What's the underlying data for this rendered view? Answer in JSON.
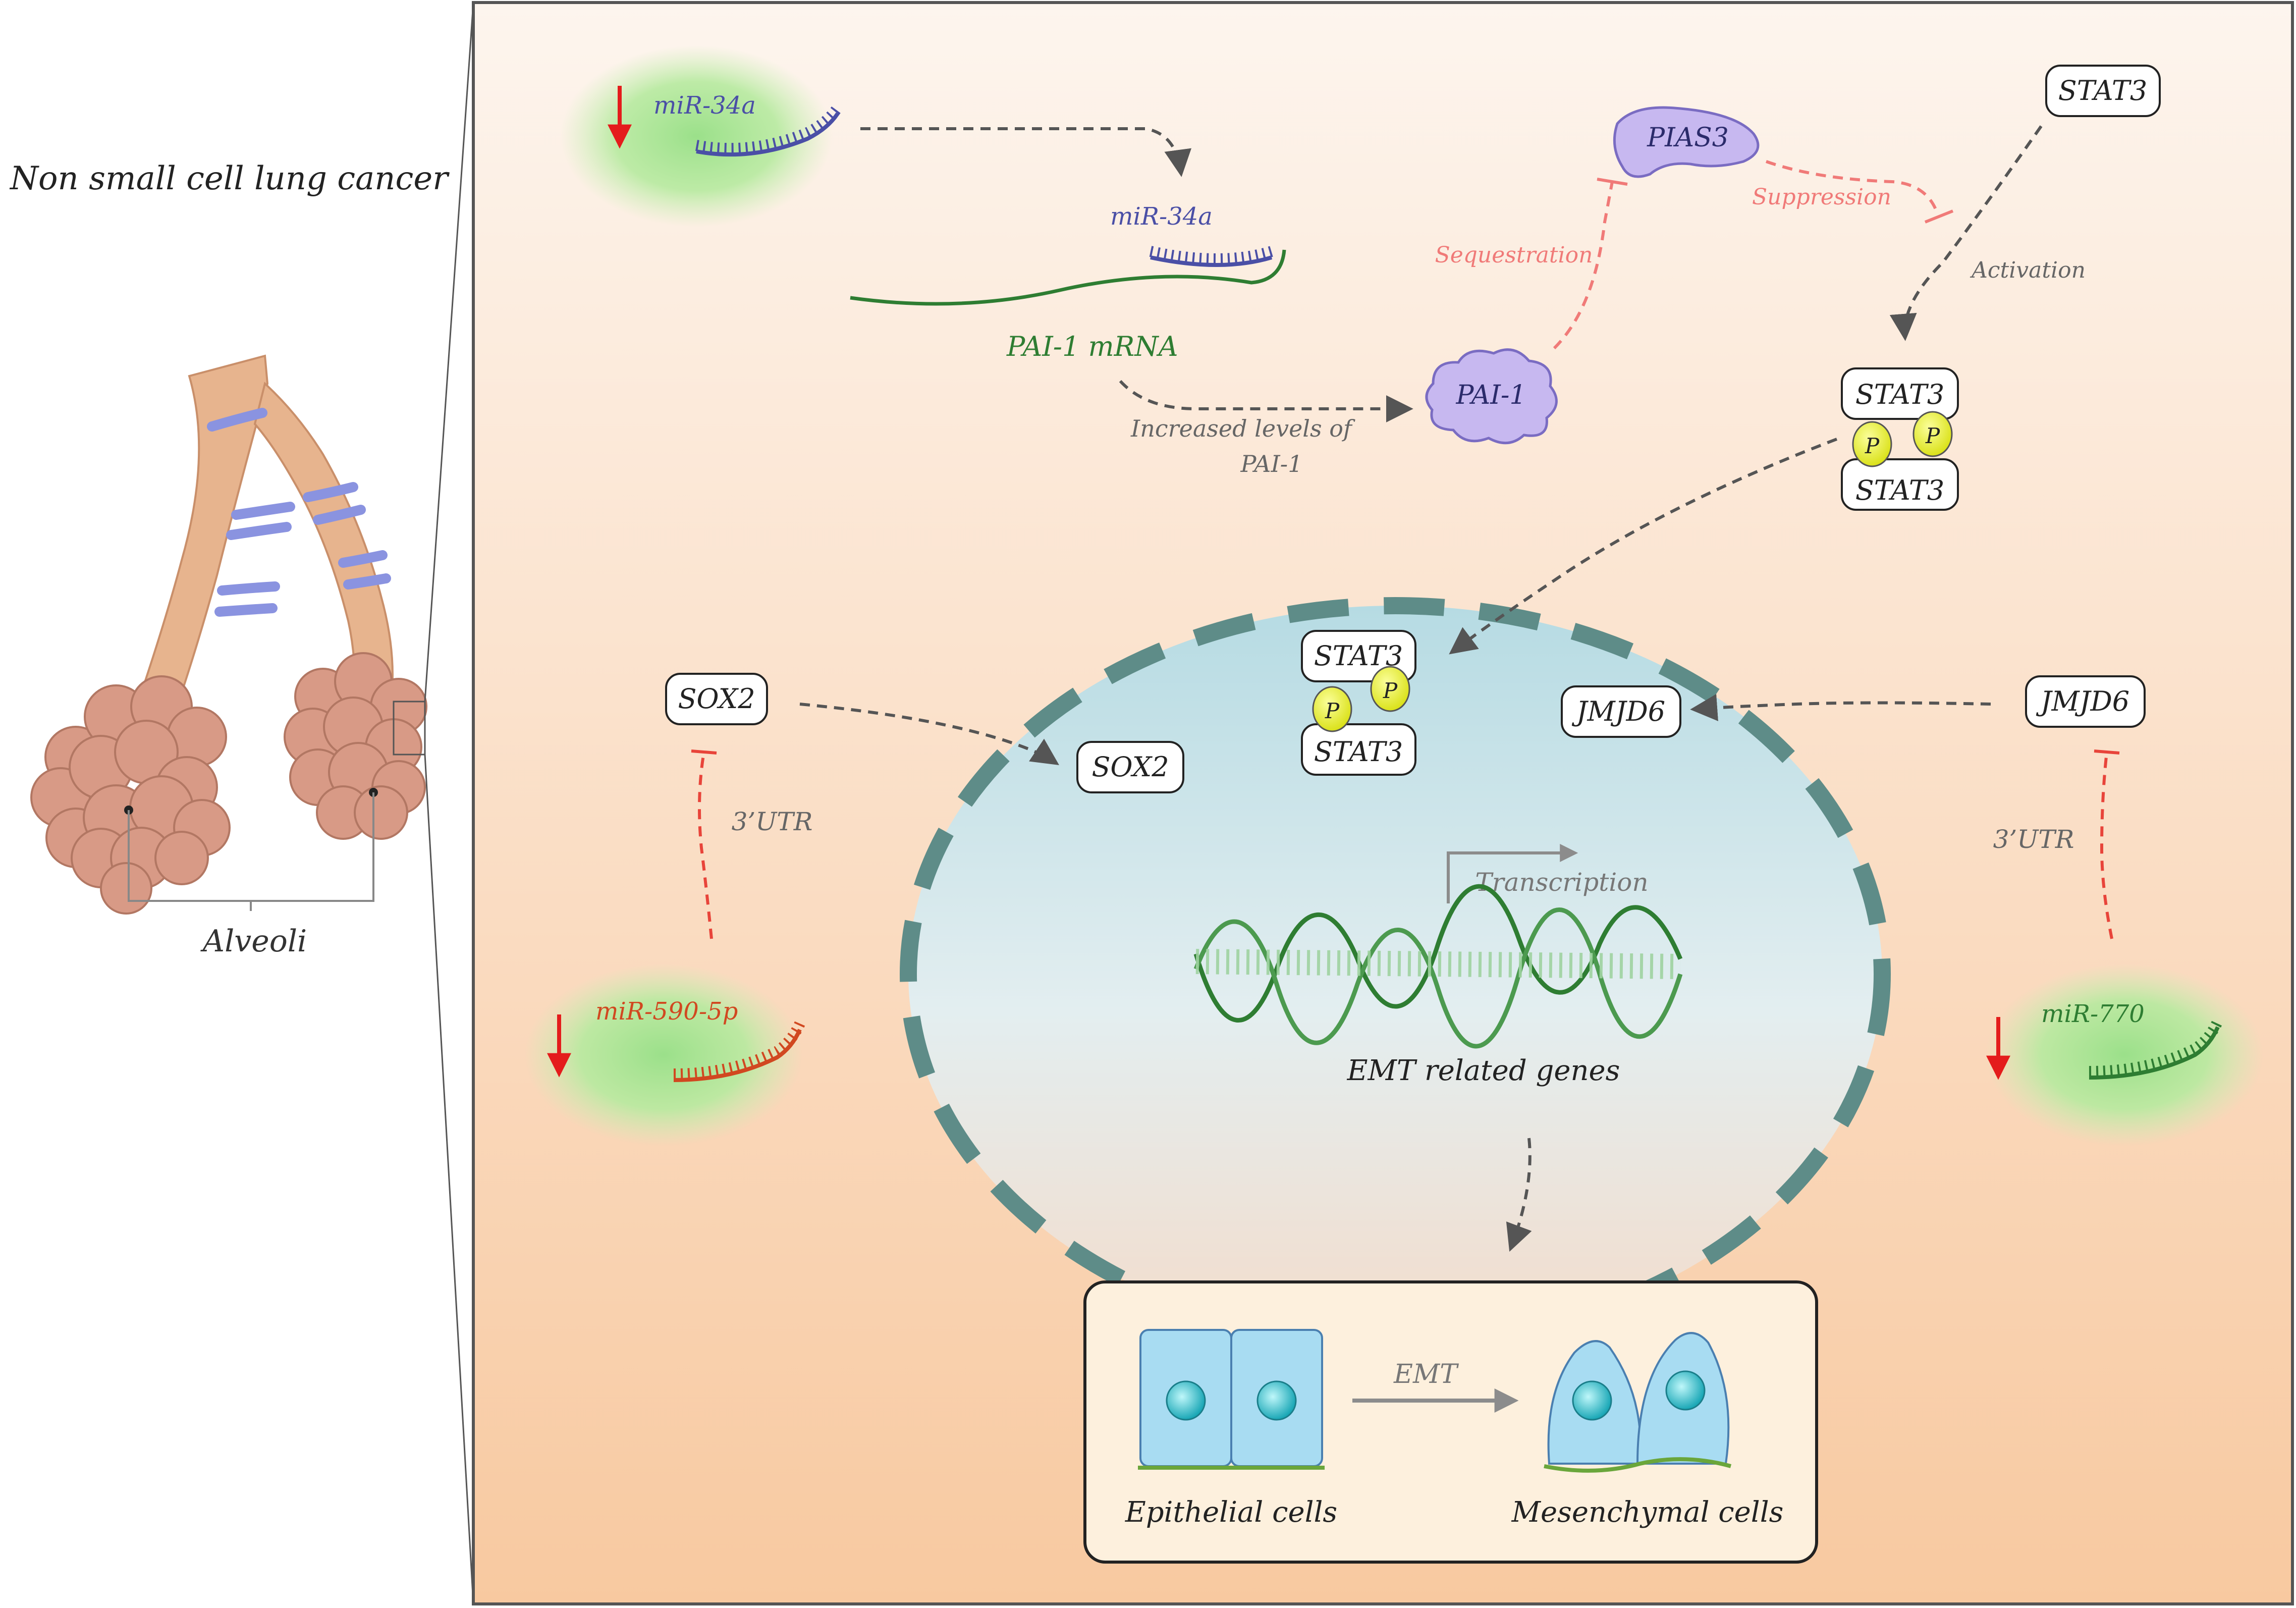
{
  "left_panel": {
    "title": "Non small cell lung cancer",
    "alveoli_label": "Alveoli"
  },
  "nodes": {
    "mir34a_top": "miR-34a",
    "mir34a_mrna": "miR-34a",
    "pai1_mrna": "PAI-1 mRNA",
    "pai1": "PAI-1",
    "pias3": "PIAS3",
    "stat3_top": "STAT3",
    "stat3_dimer_top": "STAT3",
    "stat3_dimer_bottom": "STAT3",
    "p_left": "P",
    "p_right": "P",
    "nuc_stat3_top": "STAT3",
    "nuc_stat3_bottom": "STAT3",
    "nuc_p_left": "P",
    "nuc_p_right": "P",
    "sox2_out": "SOX2",
    "sox2_in": "SOX2",
    "jmjd6_in": "JMJD6",
    "jmjd6_out": "JMJD6",
    "mir590": "miR-590-5p",
    "mir770": "miR-770"
  },
  "edge_labels": {
    "increased": "Increased levels of",
    "increased_2": "PAI-1",
    "sequestration": "Sequestration",
    "suppression": "Suppression",
    "activation": "Activation",
    "utr_left": "3’UTR",
    "utr_right": "3’UTR",
    "transcription": "Transcription",
    "emt_genes": "EMT related genes"
  },
  "emt_box": {
    "arrow_label": "EMT",
    "epithelial": "Epithelial cells",
    "mesenchymal": "Mesenchymal cells"
  },
  "colors": {
    "mirna_blue": "#4a4fa6",
    "mrna_green": "#2e7d32",
    "inhibit_red": "#e8443a",
    "faint_red": "#f07a78",
    "nucleus_border": "#5e8c88",
    "airway": "#e7b48e",
    "alveoli": "#d89a86",
    "cartilage": "#8a93e0"
  }
}
